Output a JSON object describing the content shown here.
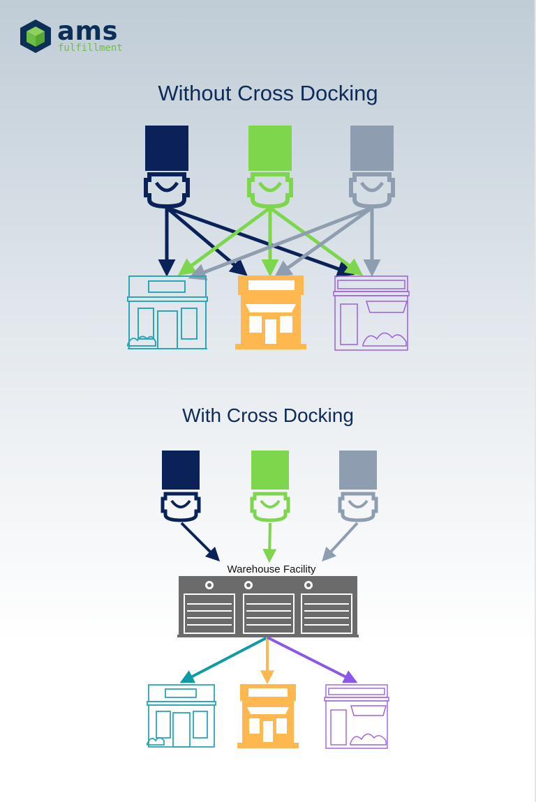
{
  "brand": {
    "name": "ams",
    "tagline": "fulfillment",
    "colors": {
      "navy": "#0c2f57",
      "green": "#6fbe44"
    }
  },
  "sections": {
    "without": {
      "title": "Without Cross Docking"
    },
    "with": {
      "title": "With Cross Docking",
      "warehouse_label": "Warehouse Facility"
    }
  },
  "trucks": [
    {
      "name": "navy",
      "color": "#0b2258"
    },
    {
      "name": "green",
      "color": "#7ed64c"
    },
    {
      "name": "gray",
      "color": "#8e9db0"
    }
  ],
  "stores": [
    {
      "name": "teal",
      "color": "#2aa6b8"
    },
    {
      "name": "orange",
      "color": "#ffb84f"
    },
    {
      "name": "purple",
      "color": "#9b5de5"
    }
  ],
  "arrows_bottom": {
    "teal": "#0e9aa7",
    "orange": "#ffb84f",
    "purple": "#8b57e8"
  },
  "warehouse_color": "#6b6b6b",
  "icons": [
    "cube-logo-icon",
    "truck-icon",
    "store-icon",
    "warehouse-icon"
  ]
}
